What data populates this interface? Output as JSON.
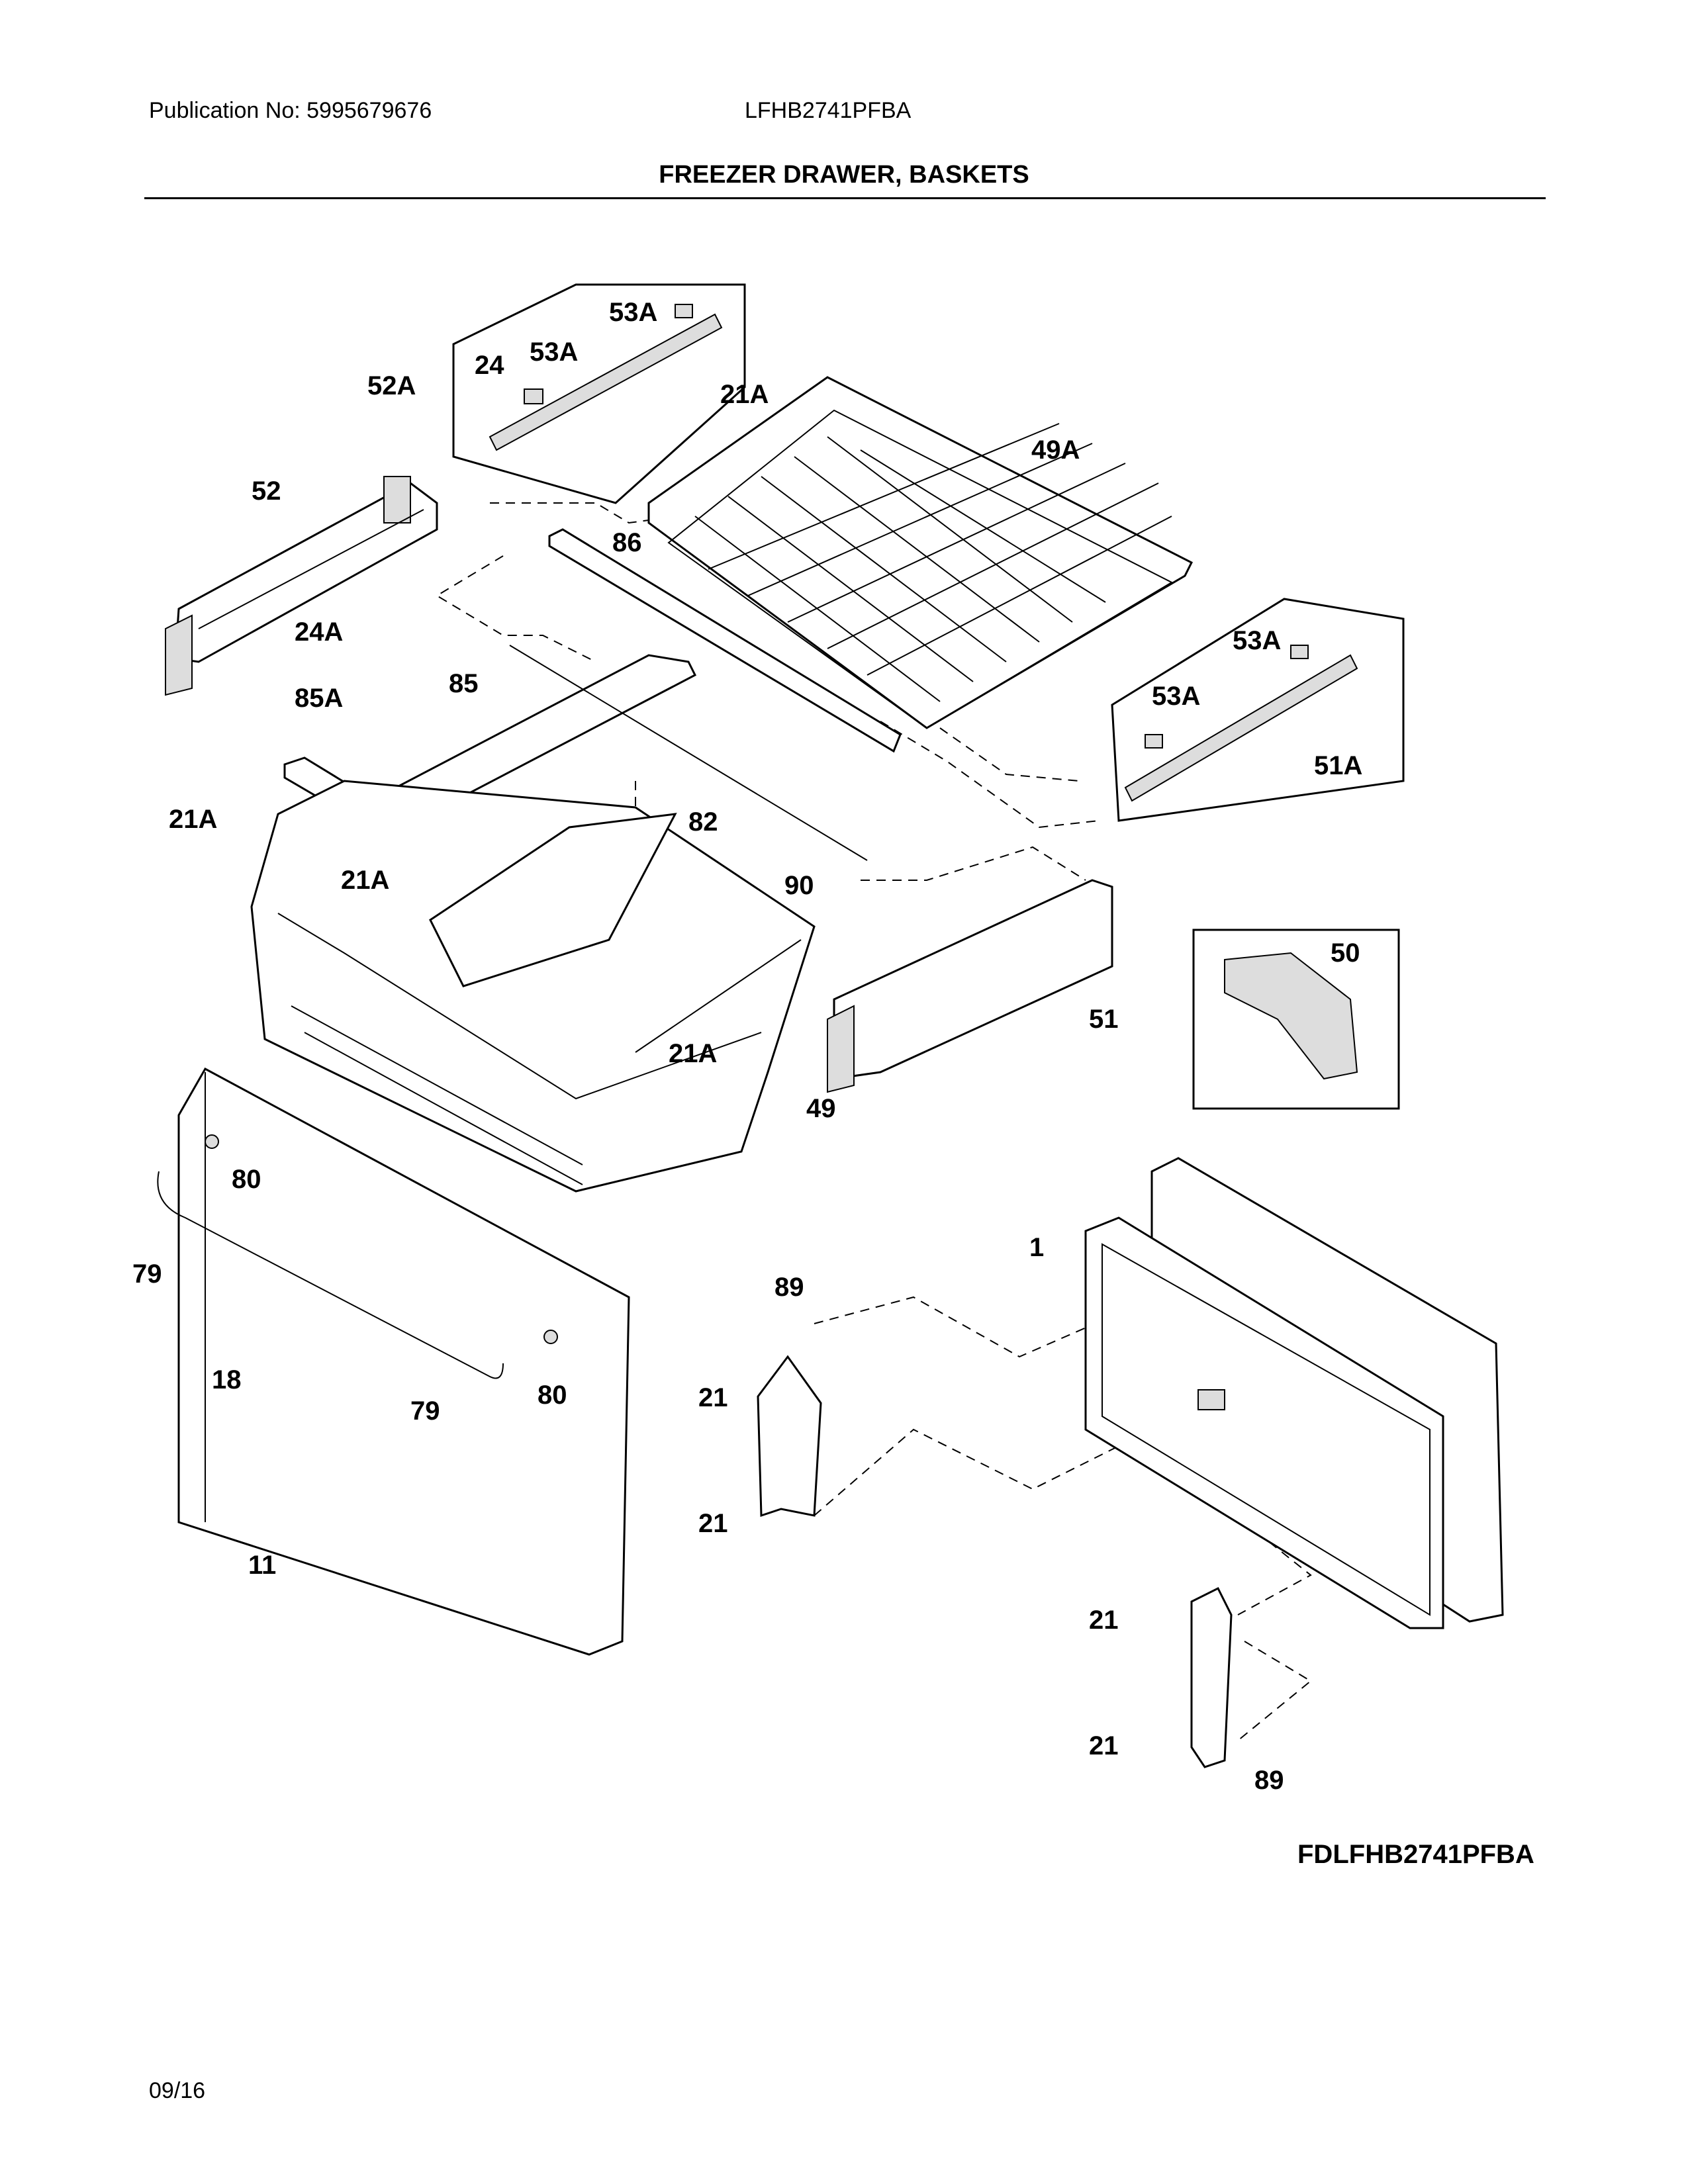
{
  "header": {
    "publication": "Publication No: 5995679676",
    "model": "LFHB2741PFBA",
    "title": "FREEZER DRAWER, BASKETS"
  },
  "callouts": [
    {
      "id": "c-53a-top",
      "text": "53A"
    },
    {
      "id": "c-53a-mid",
      "text": "53A"
    },
    {
      "id": "c-24",
      "text": "24"
    },
    {
      "id": "c-52a",
      "text": "52A"
    },
    {
      "id": "c-21a-rail",
      "text": "21A"
    },
    {
      "id": "c-49a",
      "text": "49A"
    },
    {
      "id": "c-52",
      "text": "52"
    },
    {
      "id": "c-86",
      "text": "86"
    },
    {
      "id": "c-24a",
      "text": "24A"
    },
    {
      "id": "c-53a-right1",
      "text": "53A"
    },
    {
      "id": "c-53a-right2",
      "text": "53A"
    },
    {
      "id": "c-51a",
      "text": "51A"
    },
    {
      "id": "c-85a",
      "text": "85A"
    },
    {
      "id": "c-85",
      "text": "85"
    },
    {
      "id": "c-21a-left",
      "text": "21A"
    },
    {
      "id": "c-82",
      "text": "82"
    },
    {
      "id": "c-21a-bin",
      "text": "21A"
    },
    {
      "id": "c-90",
      "text": "90"
    },
    {
      "id": "c-50",
      "text": "50"
    },
    {
      "id": "c-51",
      "text": "51"
    },
    {
      "id": "c-21a-low",
      "text": "21A"
    },
    {
      "id": "c-49",
      "text": "49"
    },
    {
      "id": "c-80-top",
      "text": "80"
    },
    {
      "id": "c-79-left",
      "text": "79"
    },
    {
      "id": "c-1",
      "text": "1"
    },
    {
      "id": "c-89-top",
      "text": "89"
    },
    {
      "id": "c-18",
      "text": "18"
    },
    {
      "id": "c-80-low",
      "text": "80"
    },
    {
      "id": "c-79-low",
      "text": "79"
    },
    {
      "id": "c-21-a",
      "text": "21"
    },
    {
      "id": "c-21-b",
      "text": "21"
    },
    {
      "id": "c-11",
      "text": "11"
    },
    {
      "id": "c-21-c",
      "text": "21"
    },
    {
      "id": "c-21-d",
      "text": "21"
    },
    {
      "id": "c-89-low",
      "text": "89"
    }
  ],
  "footer": {
    "drawing_code": "FDLFHB2741PFBA",
    "date": "09/16"
  }
}
